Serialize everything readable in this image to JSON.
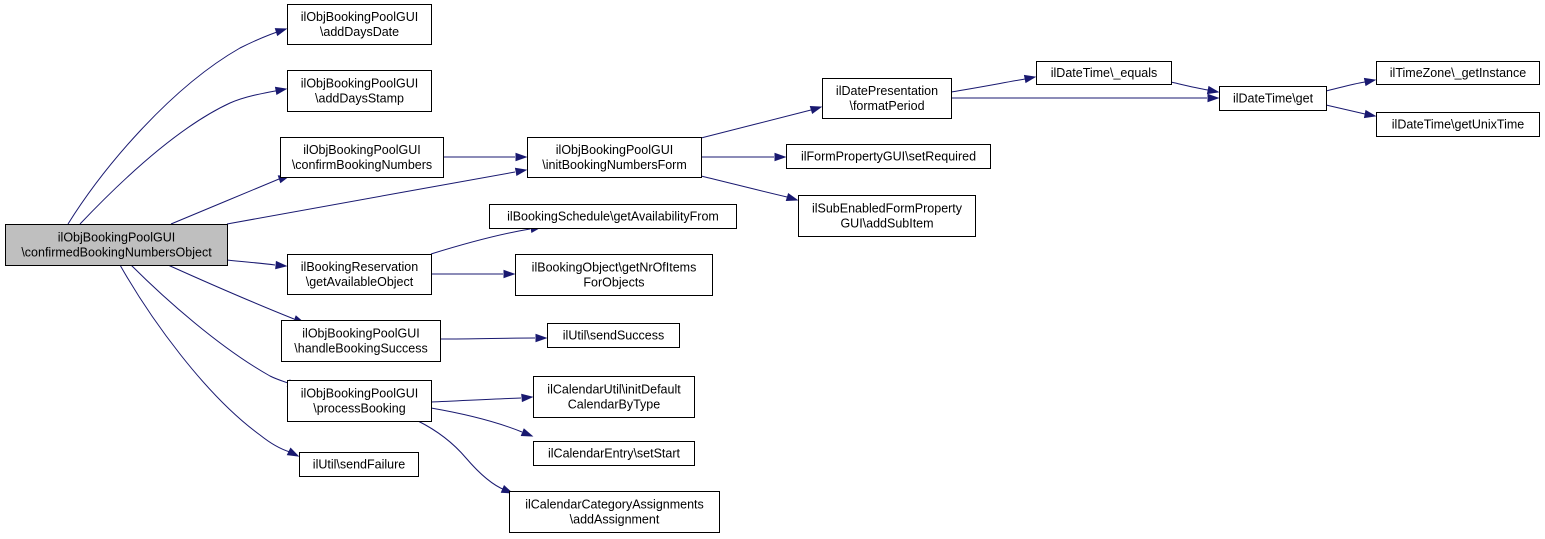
{
  "colors": {
    "edge": "#191970",
    "node_fill": "#ffffff",
    "root_fill": "#bfbfbf",
    "border": "#000000"
  },
  "nodes": [
    {
      "id": "root",
      "lines": [
        "ilObjBookingPoolGUI",
        "\\confirmedBookingNumbersObject"
      ],
      "root": true
    },
    {
      "id": "addDaysDate",
      "lines": [
        "ilObjBookingPoolGUI",
        "\\addDaysDate"
      ]
    },
    {
      "id": "addDaysStamp",
      "lines": [
        "ilObjBookingPoolGUI",
        "\\addDaysStamp"
      ]
    },
    {
      "id": "confirmBookingNumbers",
      "lines": [
        "ilObjBookingPoolGUI",
        "\\confirmBookingNumbers"
      ]
    },
    {
      "id": "initBookingNumbersForm",
      "lines": [
        "ilObjBookingPoolGUI",
        "\\initBookingNumbersForm"
      ]
    },
    {
      "id": "formatPeriod",
      "lines": [
        "ilDatePresentation",
        "\\formatPeriod"
      ]
    },
    {
      "id": "equals",
      "lines": [
        "ilDateTime\\_equals"
      ]
    },
    {
      "id": "get",
      "lines": [
        "ilDateTime\\get"
      ]
    },
    {
      "id": "getInstance",
      "lines": [
        "ilTimeZone\\_getInstance"
      ]
    },
    {
      "id": "getUnixTime",
      "lines": [
        "ilDateTime\\getUnixTime"
      ]
    },
    {
      "id": "setRequired",
      "lines": [
        "ilFormPropertyGUI\\setRequired"
      ]
    },
    {
      "id": "addSubItem",
      "lines": [
        "ilSubEnabledFormProperty",
        "GUI\\addSubItem"
      ]
    },
    {
      "id": "getAvailabilityFrom",
      "lines": [
        "ilBookingSchedule\\getAvailabilityFrom"
      ]
    },
    {
      "id": "getAvailableObject",
      "lines": [
        "ilBookingReservation",
        "\\getAvailableObject"
      ]
    },
    {
      "id": "getNrOfItems",
      "lines": [
        "ilBookingObject\\getNrOfItems",
        "ForObjects"
      ]
    },
    {
      "id": "handleBookingSuccess",
      "lines": [
        "ilObjBookingPoolGUI",
        "\\handleBookingSuccess"
      ]
    },
    {
      "id": "sendSuccess",
      "lines": [
        "ilUtil\\sendSuccess"
      ]
    },
    {
      "id": "processBooking",
      "lines": [
        "ilObjBookingPoolGUI",
        "\\processBooking"
      ]
    },
    {
      "id": "initDefaultCal",
      "lines": [
        "ilCalendarUtil\\initDefault",
        "CalendarByType"
      ]
    },
    {
      "id": "setStart",
      "lines": [
        "ilCalendarEntry\\setStart"
      ]
    },
    {
      "id": "sendFailure",
      "lines": [
        "ilUtil\\sendFailure"
      ]
    },
    {
      "id": "addAssignment",
      "lines": [
        "ilCalendarCategoryAssignments",
        "\\addAssignment"
      ]
    }
  ],
  "edges": [
    {
      "from": "root",
      "to": "addDaysDate"
    },
    {
      "from": "root",
      "to": "addDaysStamp"
    },
    {
      "from": "root",
      "to": "confirmBookingNumbers"
    },
    {
      "from": "root",
      "to": "initBookingNumbersForm"
    },
    {
      "from": "root",
      "to": "getAvailableObject"
    },
    {
      "from": "root",
      "to": "handleBookingSuccess"
    },
    {
      "from": "root",
      "to": "processBooking"
    },
    {
      "from": "root",
      "to": "sendFailure"
    },
    {
      "from": "confirmBookingNumbers",
      "to": "initBookingNumbersForm"
    },
    {
      "from": "initBookingNumbersForm",
      "to": "formatPeriod"
    },
    {
      "from": "initBookingNumbersForm",
      "to": "setRequired"
    },
    {
      "from": "initBookingNumbersForm",
      "to": "addSubItem"
    },
    {
      "from": "formatPeriod",
      "to": "equals"
    },
    {
      "from": "formatPeriod",
      "to": "get"
    },
    {
      "from": "equals",
      "to": "get"
    },
    {
      "from": "get",
      "to": "getInstance"
    },
    {
      "from": "get",
      "to": "getUnixTime"
    },
    {
      "from": "getAvailableObject",
      "to": "getAvailabilityFrom"
    },
    {
      "from": "getAvailableObject",
      "to": "getNrOfItems"
    },
    {
      "from": "handleBookingSuccess",
      "to": "sendSuccess"
    },
    {
      "from": "processBooking",
      "to": "initDefaultCal"
    },
    {
      "from": "processBooking",
      "to": "setStart"
    },
    {
      "from": "processBooking",
      "to": "addAssignment"
    }
  ]
}
